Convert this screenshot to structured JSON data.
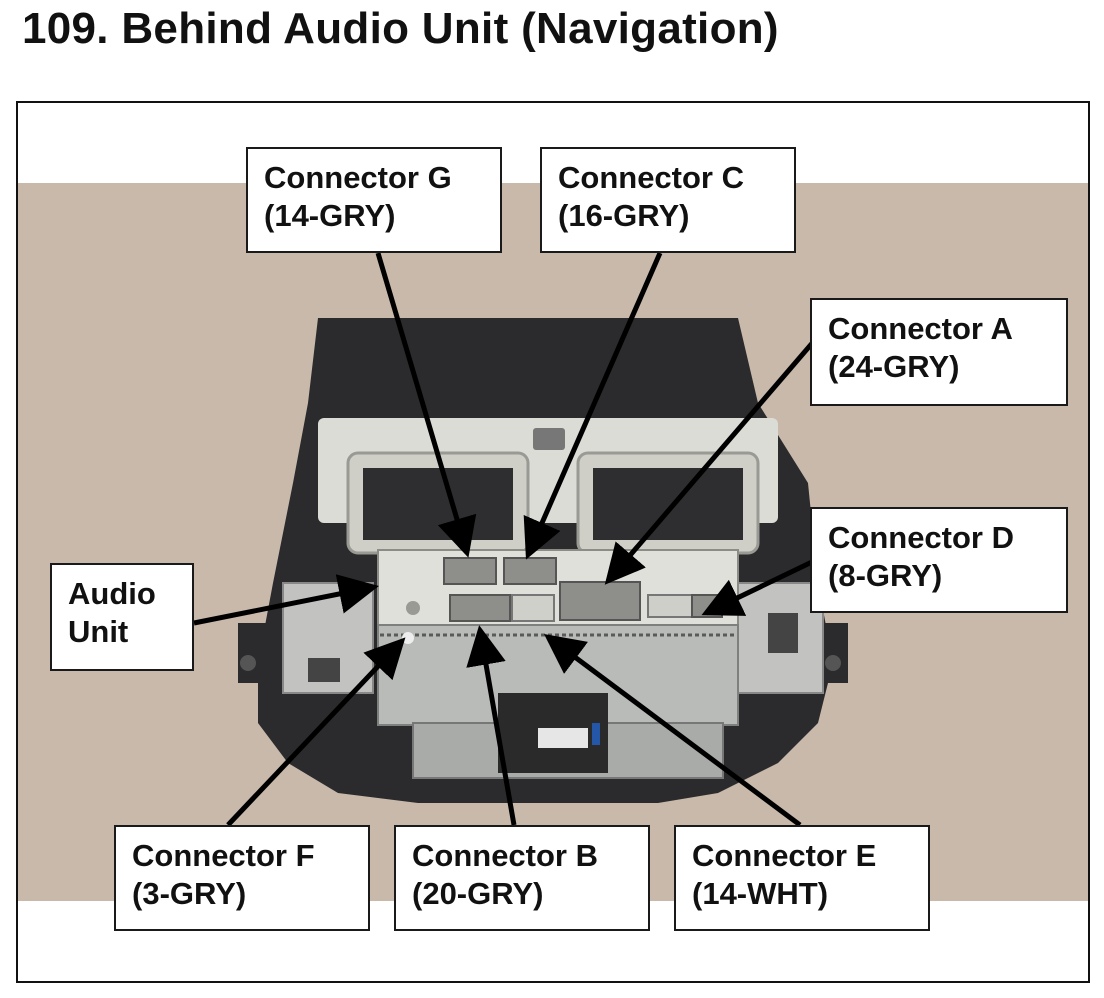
{
  "page": {
    "title": "109.  Behind Audio Unit (Navigation)"
  },
  "colors": {
    "backdrop": "#c9b9ab",
    "unit_dark": "#2b2b2d",
    "housing": "#dcdcd6",
    "chassis": "#b9bbb9",
    "arrow": "#000000"
  },
  "labels": {
    "connector_g": {
      "name": "Connector G",
      "spec": "(14-GRY)"
    },
    "connector_c": {
      "name": "Connector C",
      "spec": "(16-GRY)"
    },
    "connector_a": {
      "name": "Connector A",
      "spec": "(24-GRY)"
    },
    "connector_d": {
      "name": "Connector D",
      "spec": "(8-GRY)"
    },
    "audio_unit": {
      "name": "Audio",
      "spec": "Unit"
    },
    "connector_f": {
      "name": "Connector F",
      "spec": "(3-GRY)"
    },
    "connector_b": {
      "name": "Connector B",
      "spec": "(20-GRY)"
    },
    "connector_e": {
      "name": "Connector E",
      "spec": "(14-WHT)"
    }
  }
}
